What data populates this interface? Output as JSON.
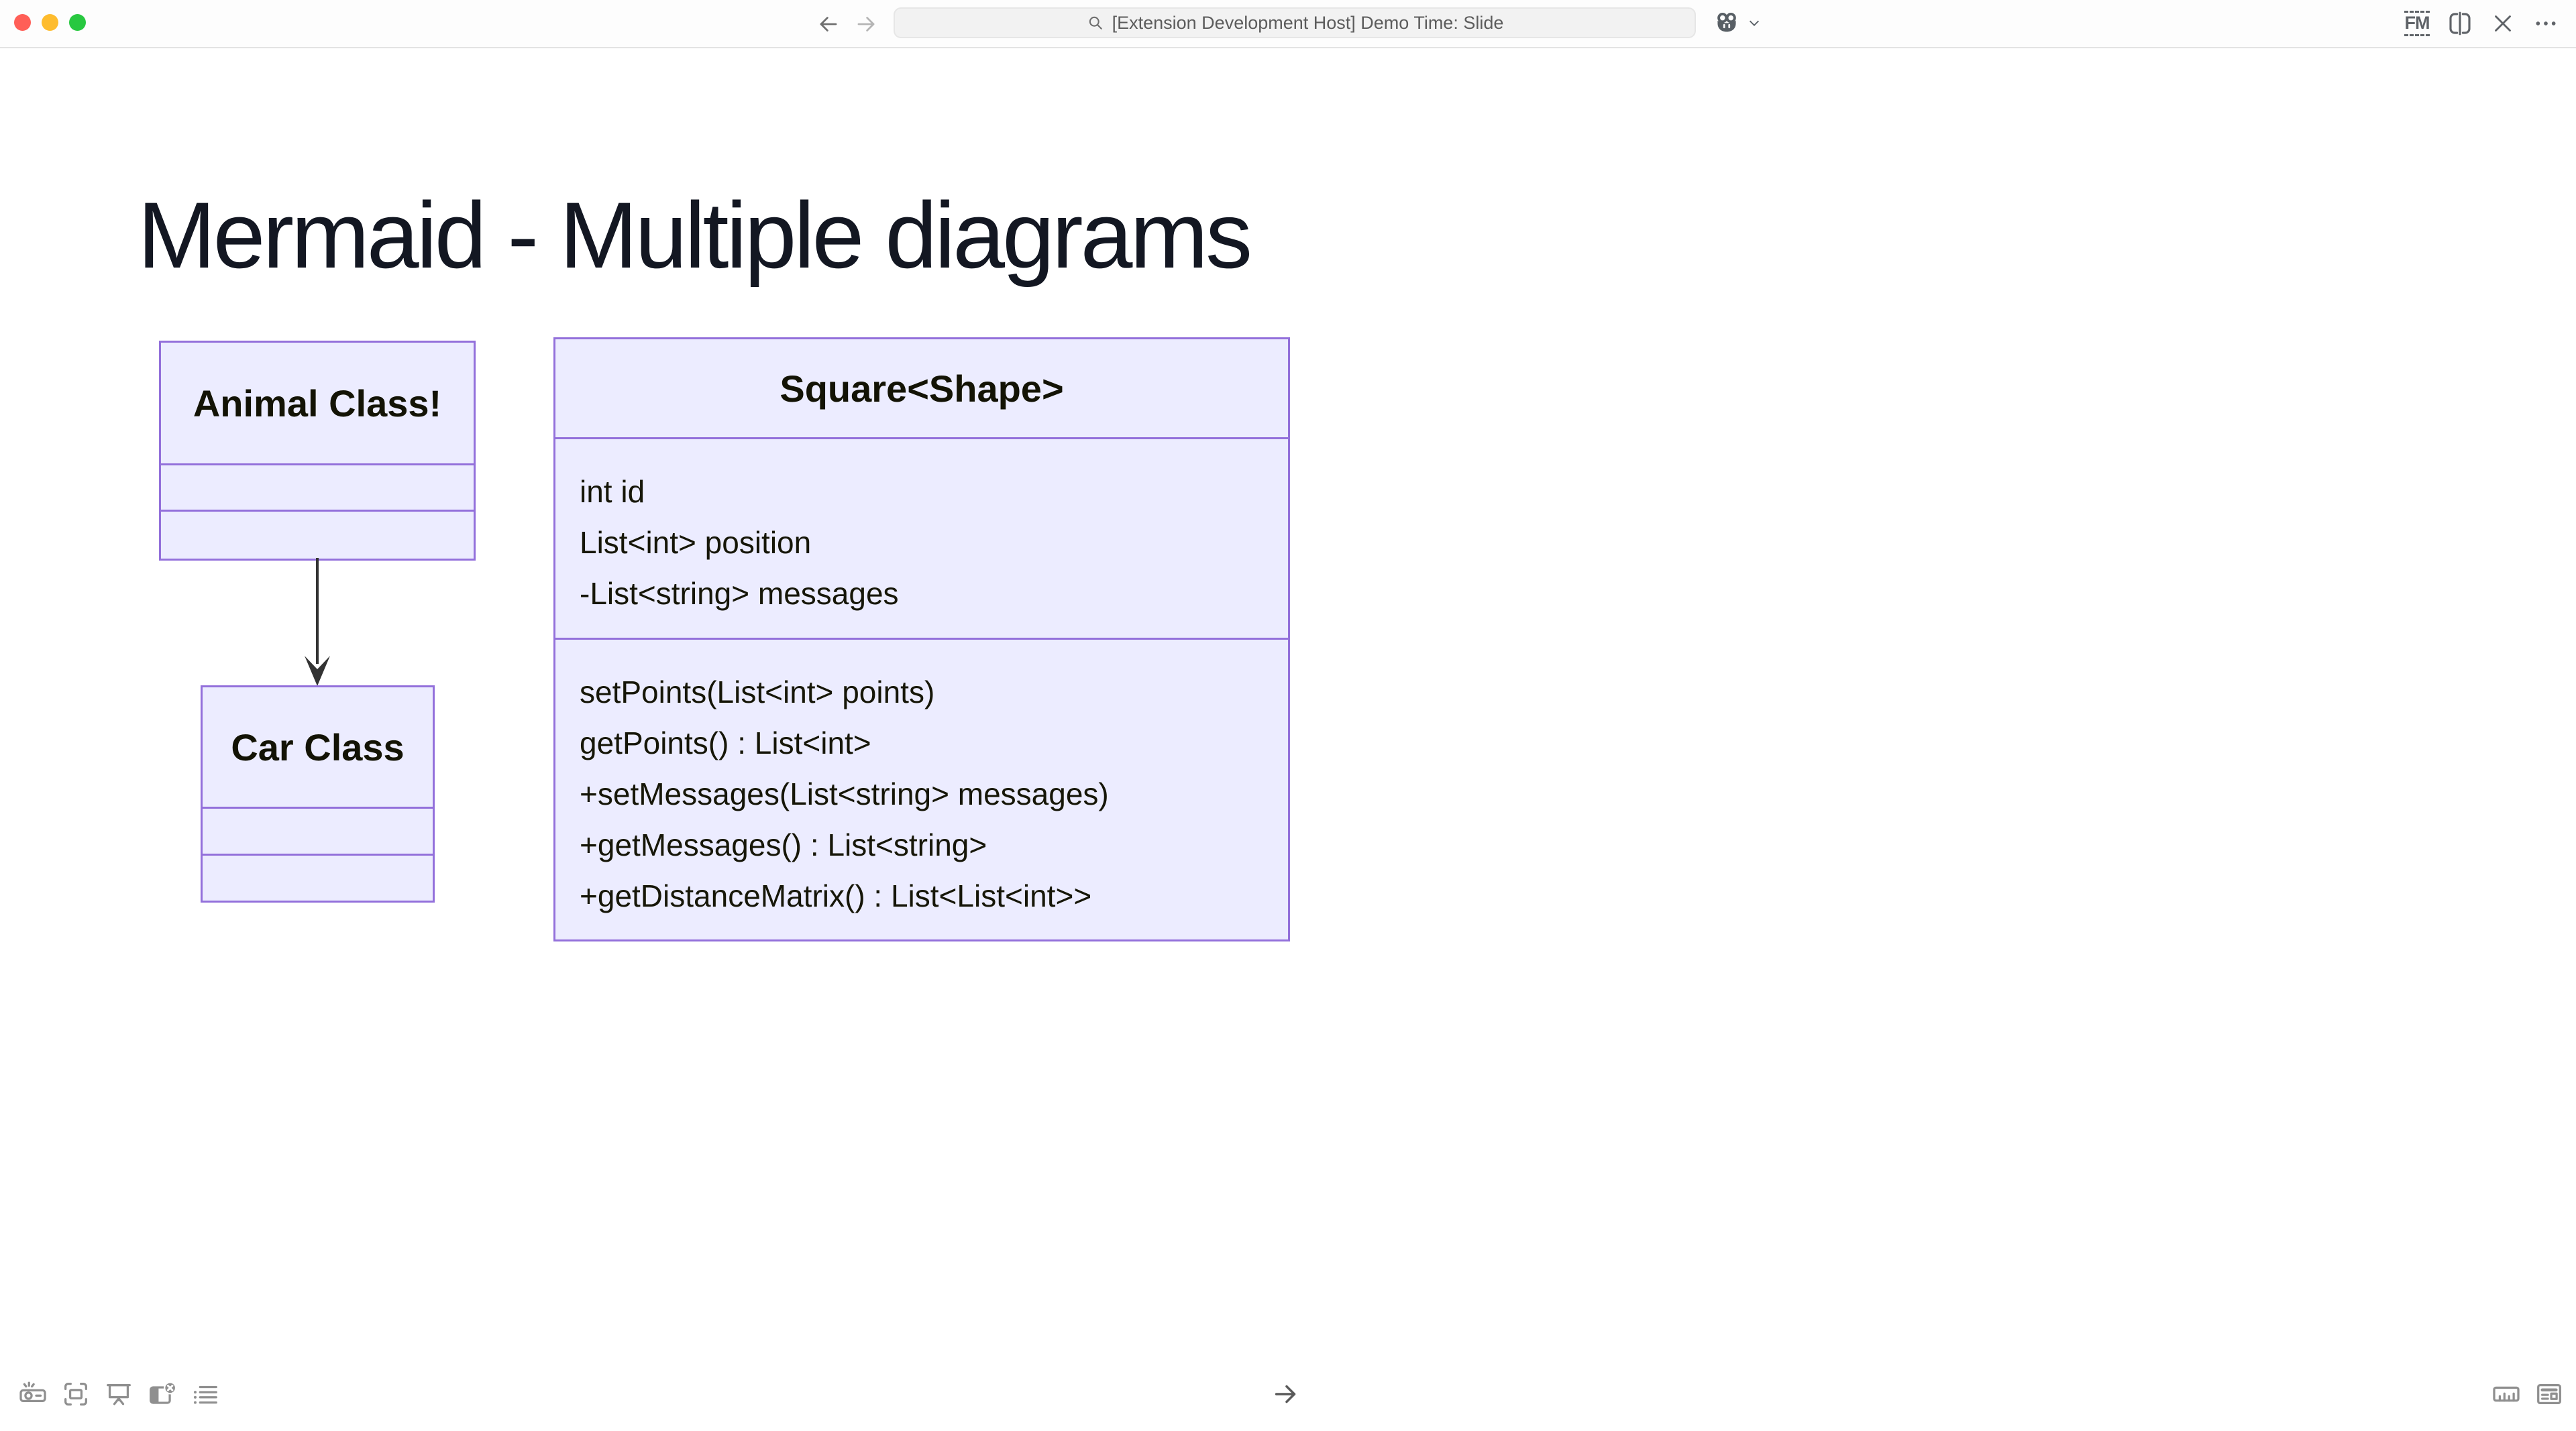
{
  "titlebar": {
    "search": {
      "text": "[Extension Development Host] Demo Time: Slide"
    },
    "fm_icon_text": "FM"
  },
  "slide": {
    "heading": "Mermaid - Multiple diagrams",
    "class_diagram_left": {
      "parent": {
        "name": "Animal Class!"
      },
      "child": {
        "name": "Car Class"
      }
    },
    "class_diagram_right": {
      "name": "Square<Shape>",
      "fields": [
        "int id",
        "List<int> position",
        "-List<string> messages"
      ],
      "methods": [
        "setPoints(List<int> points)",
        "getPoints() : List<int>",
        "+setMessages(List<string> messages)",
        "+getMessages() : List<string>",
        "+getDistanceMatrix() : List<List<int>>"
      ]
    },
    "colors": {
      "node_fill": "#ECECFF",
      "node_border": "#9370DB",
      "arrow": "#333333",
      "heading_text": "#131722",
      "traffic_red": "#ff5f57",
      "traffic_yellow": "#febc2e",
      "traffic_green": "#28c840"
    }
  }
}
